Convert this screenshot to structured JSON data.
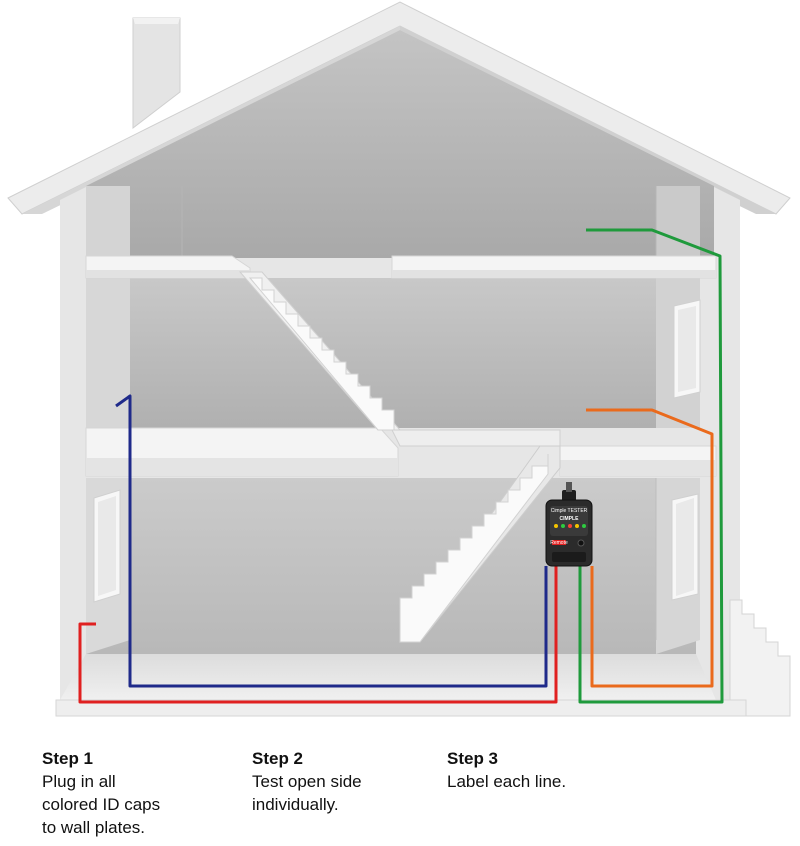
{
  "colors": {
    "blue_wire": "#1f2a8a",
    "red_wire": "#e02020",
    "green_wire": "#1f9a3c",
    "orange_wire": "#ea6a1c",
    "wall": "#e6e6e6",
    "interior": "#bdbdbd",
    "device": "#2b2b2b"
  },
  "icons": {
    "house": "house-cutaway-icon",
    "tester": "cable-tester-icon"
  },
  "device": {
    "brand": "CIMPLE",
    "model": "Cimple TESTER",
    "tag": "Remote"
  },
  "steps": [
    {
      "title": "Step 1",
      "text": "Plug in all\ncolored ID caps\nto wall plates."
    },
    {
      "title": "Step 2",
      "text": "Test open side\nindividually."
    },
    {
      "title": "Step 3",
      "text": "Label each line."
    }
  ]
}
